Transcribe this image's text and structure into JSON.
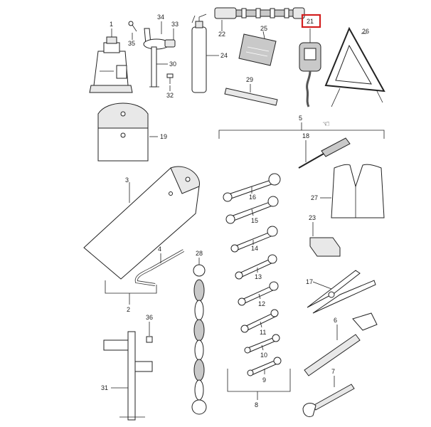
{
  "diagram": {
    "highlighted_callout": "21",
    "highlight_color": "#d32020",
    "labels": {
      "c1": "1",
      "c2": "2",
      "c3": "3",
      "c4": "4",
      "c5": "5",
      "c6": "6",
      "c7": "7",
      "c8": "8",
      "c9": "9",
      "c10": "10",
      "c11": "11",
      "c12": "12",
      "c13": "13",
      "c14": "14",
      "c15": "15",
      "c16": "16",
      "c17": "17",
      "c18": "18",
      "c19": "19",
      "c21": "21",
      "c22": "22",
      "c23": "23",
      "c24": "24",
      "c25": "25",
      "c26": "26",
      "c27": "27",
      "c28": "28",
      "c29": "29",
      "c30": "30",
      "c31": "31",
      "c32": "32",
      "c33": "33",
      "c34": "34",
      "c35": "35",
      "c36": "36"
    }
  }
}
